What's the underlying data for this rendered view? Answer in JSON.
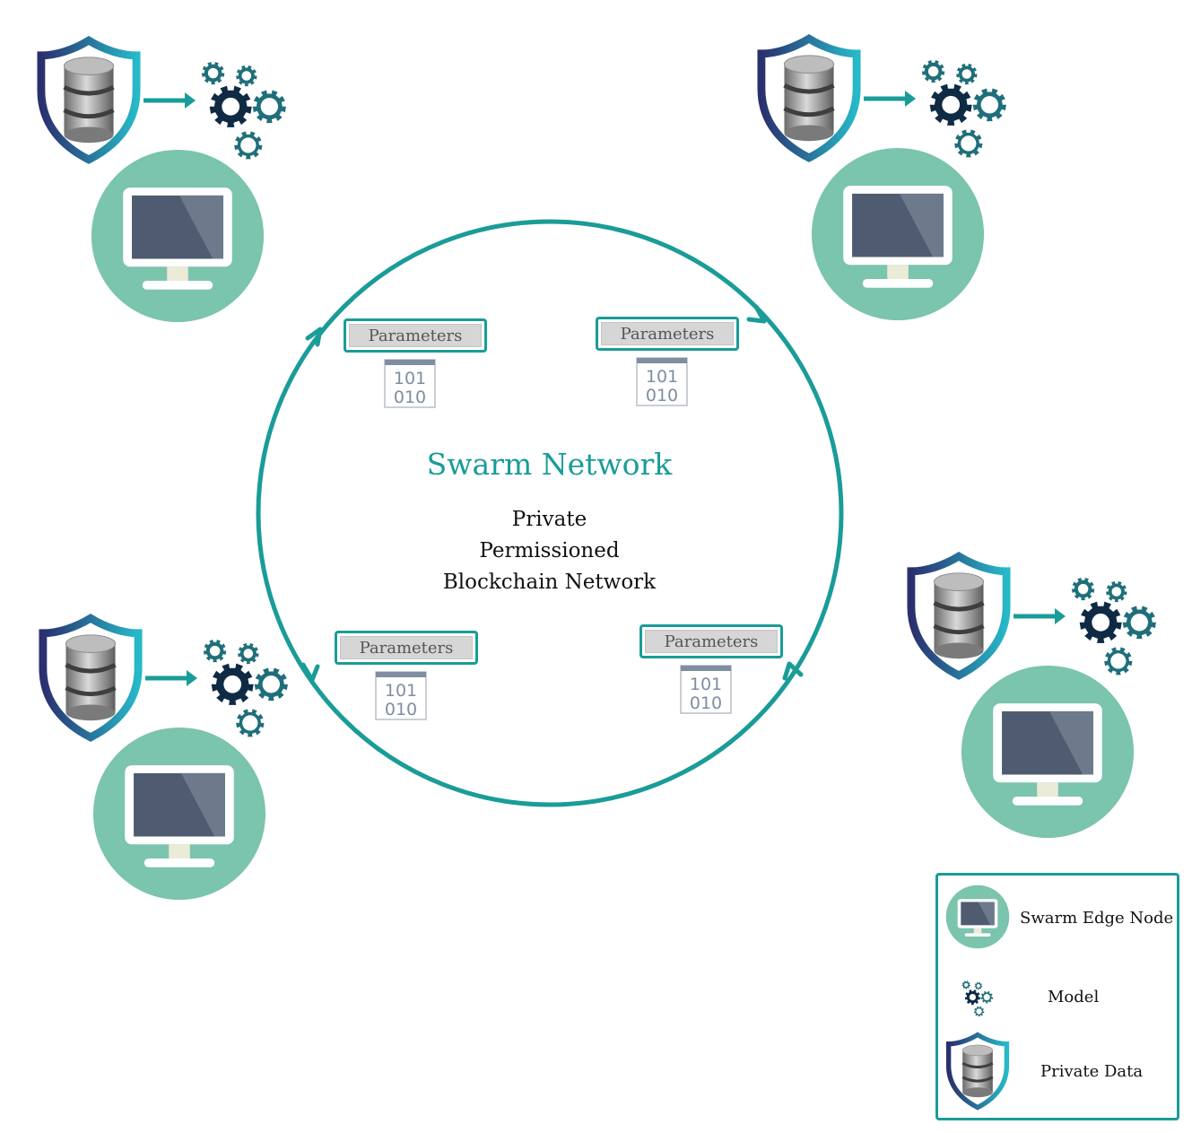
{
  "diagram": {
    "center": {
      "title": "Swarm Network",
      "lines": [
        "Private",
        "Permissioned",
        "Blockchain Network"
      ]
    },
    "parameters": [
      {
        "label": "Parameters",
        "binary_top": "101",
        "binary_bottom": "010"
      },
      {
        "label": "Parameters",
        "binary_top": "101",
        "binary_bottom": "010"
      },
      {
        "label": "Parameters",
        "binary_top": "101",
        "binary_bottom": "010"
      },
      {
        "label": "Parameters",
        "binary_top": "101",
        "binary_bottom": "010"
      }
    ],
    "nodes": [
      {
        "icons": [
          "shield-database-icon",
          "arrow-right-icon",
          "gears-icon",
          "monitor-icon"
        ]
      },
      {
        "icons": [
          "shield-database-icon",
          "arrow-right-icon",
          "gears-icon",
          "monitor-icon"
        ]
      },
      {
        "icons": [
          "shield-database-icon",
          "arrow-right-icon",
          "gears-icon",
          "monitor-icon"
        ]
      },
      {
        "icons": [
          "shield-database-icon",
          "arrow-right-icon",
          "gears-icon",
          "monitor-icon"
        ]
      }
    ],
    "legend": {
      "items": [
        {
          "label": "Swarm Edge Node",
          "icon": "monitor-icon"
        },
        {
          "label": "Model",
          "icon": "gears-icon"
        },
        {
          "label": "Private Data",
          "icon": "shield-database-icon"
        }
      ]
    },
    "colors": {
      "teal": "#1a9c98",
      "node_circle": "#7bc4ae",
      "screen": "#4f5b70",
      "gear_dark": "#0f2a44",
      "gear_teal": "#1f6f7a",
      "shield_dark": "#2a2f6e",
      "shield_light": "#27b9c9"
    }
  }
}
